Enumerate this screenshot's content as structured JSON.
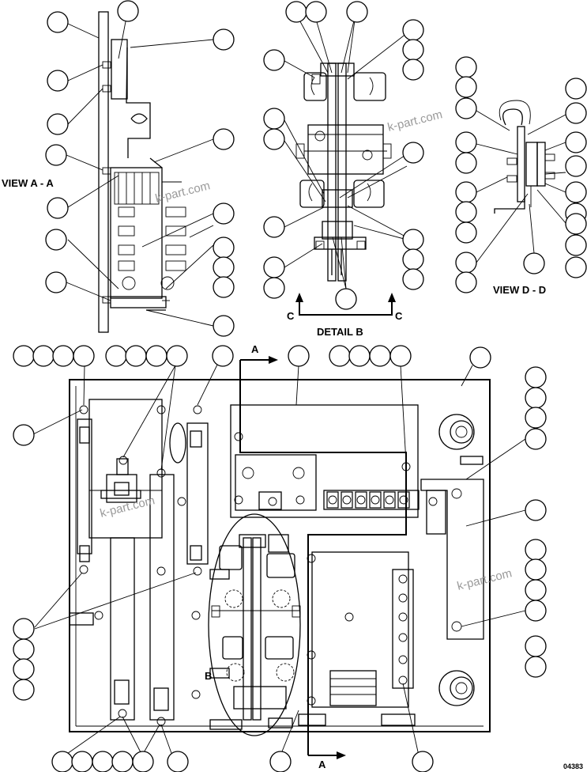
{
  "labels": {
    "view_aa": "VIEW A - A",
    "detail_b": "DETAIL B",
    "view_dd": "VIEW D - D",
    "section_c_left": "C",
    "section_c_right": "C",
    "section_a_top": "A",
    "section_a_bottom": "A",
    "detail_b_marker": "B"
  },
  "watermarks": [
    "k-part.com",
    "k-part.com",
    "k-part.com",
    "k-part.com"
  ],
  "figure_number": "04383"
}
